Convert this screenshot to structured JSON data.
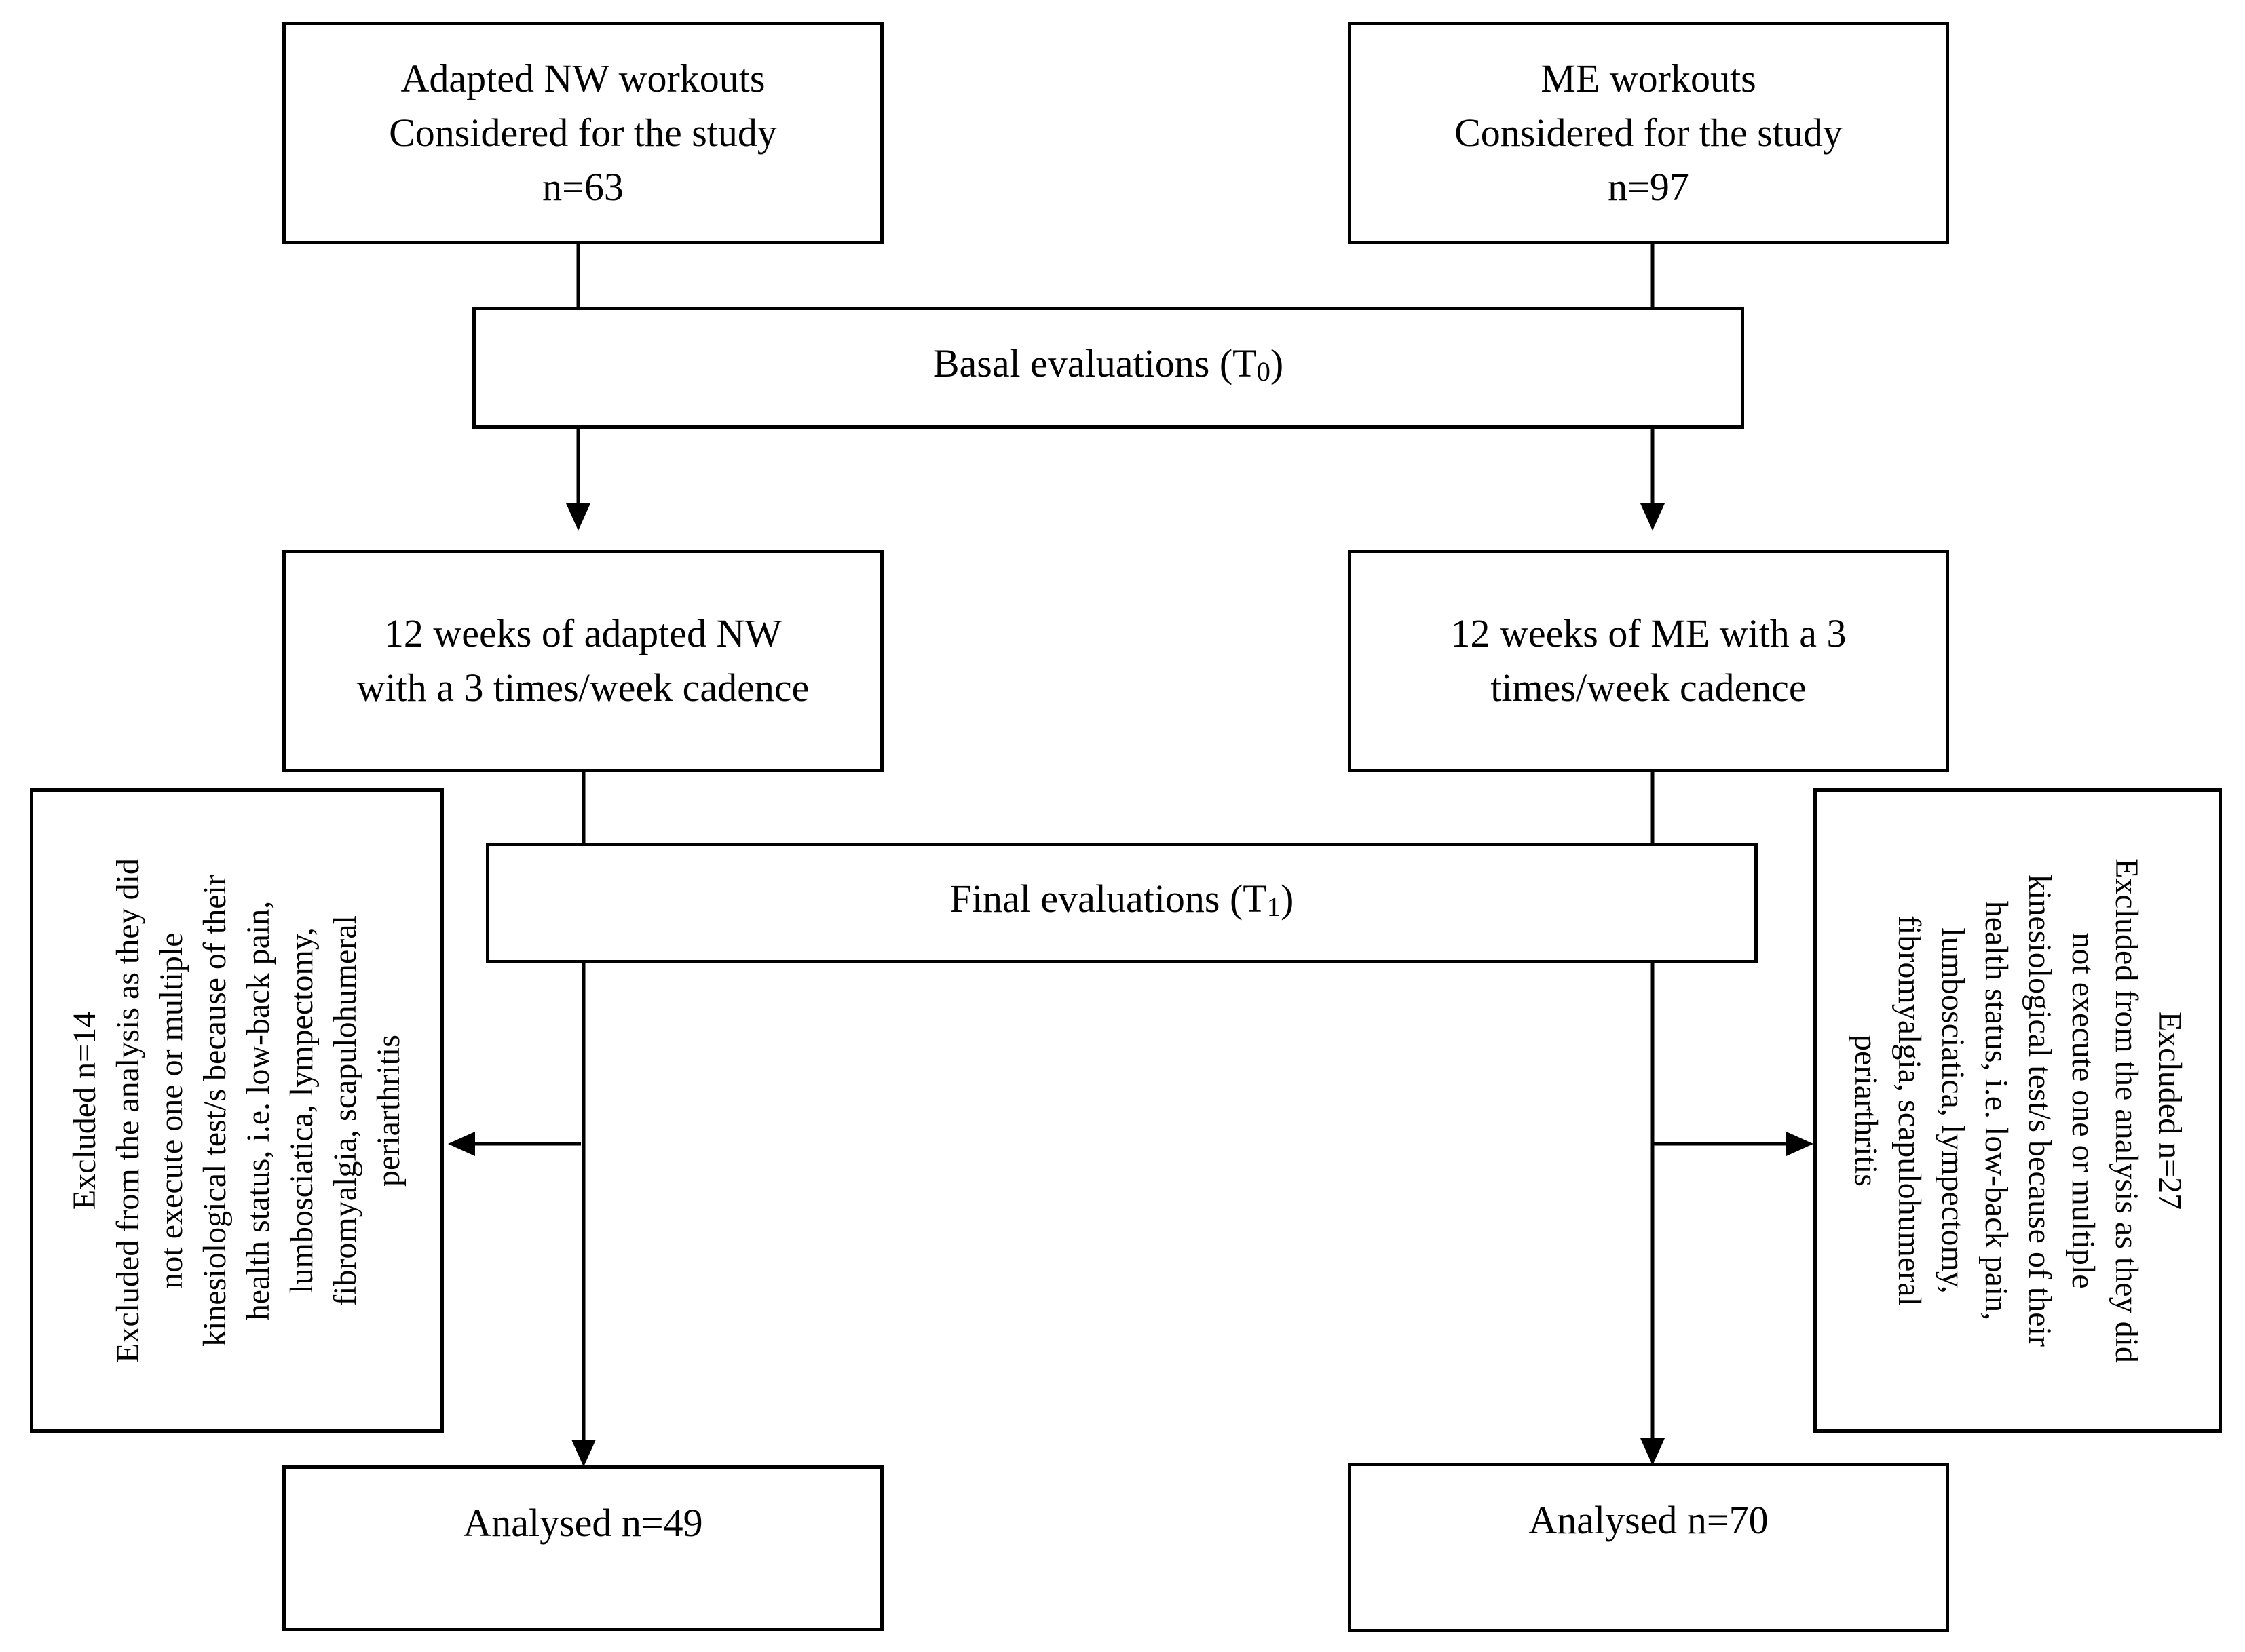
{
  "boxes": {
    "nw_considered": [
      "Adapted NW workouts",
      "Considered for the study",
      "n=63"
    ],
    "me_considered": [
      "ME workouts",
      "Considered for the study",
      "n=97"
    ],
    "basal": {
      "text": "Basal evaluations (T",
      "sub": "0",
      "close": ")"
    },
    "nw_training": [
      "12 weeks of adapted NW",
      "with a 3 times/week cadence"
    ],
    "me_training": [
      "12 weeks of ME with a 3",
      "times/week cadence"
    ],
    "final": {
      "text": "Final evaluations (T",
      "sub": "1",
      "close": ")"
    },
    "nw_analysed": "Analysed n=49",
    "me_analysed": "Analysed n=70"
  },
  "excluded": {
    "nw": [
      "Excluded n=14",
      "Excluded from the analysis as they did",
      "not execute one or multiple",
      "kinesiological test/s because of their",
      "health status, i.e. low-back pain,",
      "lumbosciatica, lympectomy,",
      "fibromyalgia, scapulohumeral",
      "periarthritis"
    ],
    "me": [
      "Excluded n=27",
      "Excluded from the analysis as they did",
      "not execute one or multiple",
      "kinesiological test/s because of their",
      "health status, i.e. low-back pain,",
      "lumbosciatica, lympectomy,",
      "fibromyalgia, scapulohumeral",
      "periarthritis"
    ]
  }
}
